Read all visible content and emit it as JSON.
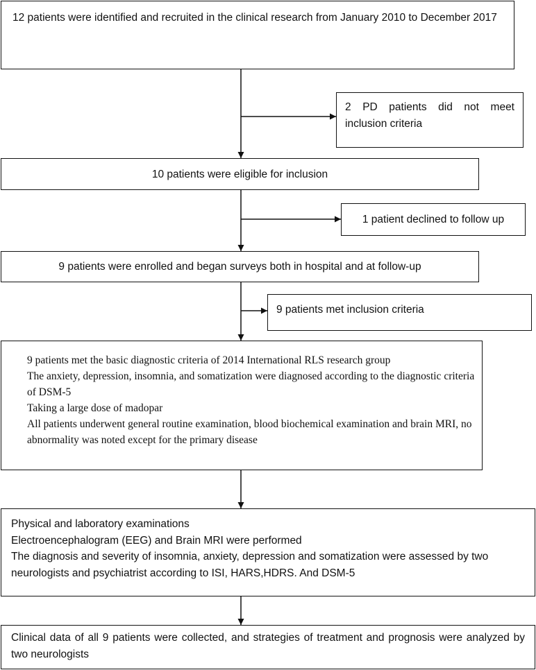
{
  "nodes": {
    "identified": "12 patients were identified and recruited in the clinical research from January 2010 to December 2017",
    "excluded_pd": "2 PD patients did not meet inclusion criteria",
    "eligible": "10 patients were eligible for inclusion",
    "declined": "1 patient declined to follow up",
    "enrolled": "9 patients were enrolled and began surveys both in hospital and at follow-up",
    "met_criteria": "9 patients met inclusion criteria",
    "diagnostic": [
      "9 patients met the basic diagnostic criteria of 2014 International RLS research group",
      "The anxiety, depression, insomnia, and somatization were diagnosed according to the diagnostic criteria of DSM-5",
      "Taking a large dose of madopar",
      "All patients underwent general routine examination, blood biochemical examination and brain MRI, no abnormality was noted except for the primary disease"
    ],
    "examinations": [
      "Physical and laboratory examinations",
      "Electroencephalogram (EEG) and Brain MRI were performed",
      "The diagnosis and severity of insomnia, anxiety, depression and somatization were assessed by two neurologists and psychiatrist according to ISI, HARS,HDRS. And DSM-5"
    ],
    "collected": "Clinical data of all 9 patients were collected, and strategies of treatment and prognosis were analyzed by two neurologists"
  },
  "edges": [
    {
      "from": "identified",
      "to": "eligible"
    },
    {
      "from": "identified",
      "to": "excluded_pd"
    },
    {
      "from": "eligible",
      "to": "enrolled"
    },
    {
      "from": "eligible",
      "to": "declined"
    },
    {
      "from": "enrolled",
      "to": "diagnostic"
    },
    {
      "from": "enrolled",
      "to": "met_criteria"
    },
    {
      "from": "diagnostic",
      "to": "examinations"
    },
    {
      "from": "examinations",
      "to": "collected"
    }
  ]
}
